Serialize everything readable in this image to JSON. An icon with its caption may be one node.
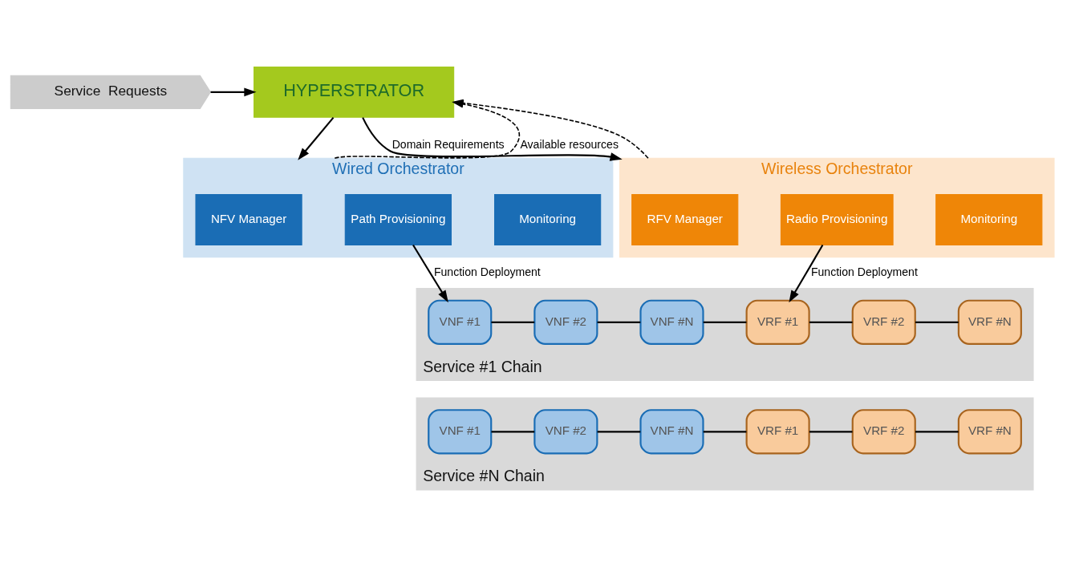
{
  "diagram": {
    "nodes": [
      {
        "text": [
          "Service  Requests"
        ]
      },
      {
        "text": [
          "HYPERSTRATOR"
        ]
      },
      {
        "text": [
          "Wired Orchestrator"
        ]
      },
      {
        "text": [
          "NFV Manager"
        ],
        "in": 2
      },
      {
        "text": [
          "Path Provisioning"
        ],
        "in": 2
      },
      {
        "text": [
          "Monitoring"
        ],
        "in": 2
      },
      {
        "text": [
          "Wireless Orchestrator"
        ]
      },
      {
        "text": [
          "RFV Manager"
        ],
        "in": 6
      },
      {
        "text": [
          "Radio Provisioning"
        ],
        "in": 6
      },
      {
        "text": [
          "Monitoring"
        ],
        "in": 6
      },
      {
        "text": [
          "Service #1 Chain"
        ]
      },
      {
        "text": [
          "VNF #1"
        ],
        "in": 10
      },
      {
        "text": [
          "VNF #2"
        ],
        "in": 10
      },
      {
        "text": [
          "VNF #N"
        ],
        "in": 10
      },
      {
        "text": [
          "VRF #1"
        ],
        "in": 10
      },
      {
        "text": [
          "VRF #2"
        ],
        "in": 10
      },
      {
        "text": [
          "VRF #N"
        ],
        "in": 10
      },
      {
        "text": [
          "Service #N Chain"
        ]
      },
      {
        "text": [
          "VNF #1"
        ],
        "in": 17
      },
      {
        "text": [
          "VNF #2"
        ],
        "in": 17
      },
      {
        "text": [
          "VNF #N"
        ],
        "in": 17
      },
      {
        "text": [
          "VRF #1"
        ],
        "in": 17
      },
      {
        "text": [
          "VRF #2"
        ],
        "in": 17
      },
      {
        "text": [
          "VRF #N"
        ],
        "in": 17
      }
    ],
    "edges": [
      {
        "from": 0,
        "to": 1,
        "arrow": "to"
      },
      {
        "from": 1,
        "to": 2,
        "arrow": "to"
      },
      {
        "from": 1,
        "to": 6,
        "arrow": "to",
        "label": "Domain Requirements"
      },
      {
        "from": 2,
        "to": 1,
        "arrow": "to",
        "style": "dashed",
        "label": "Available resources"
      },
      {
        "from": 6,
        "to": 1,
        "arrow": "to",
        "style": "dashed"
      },
      {
        "from": 4,
        "to": 11,
        "arrow": "to",
        "label": "Function Deployment"
      },
      {
        "from": 8,
        "to": 14,
        "arrow": "to",
        "label": "Function Deployment"
      },
      {
        "from": 11,
        "to": 12,
        "arrow": "none"
      },
      {
        "from": 12,
        "to": 13,
        "arrow": "none"
      },
      {
        "from": 13,
        "to": 14,
        "arrow": "none"
      },
      {
        "from": 14,
        "to": 15,
        "arrow": "none"
      },
      {
        "from": 15,
        "to": 16,
        "arrow": "none"
      },
      {
        "from": 18,
        "to": 19,
        "arrow": "none"
      },
      {
        "from": 19,
        "to": 20,
        "arrow": "none"
      },
      {
        "from": 20,
        "to": 21,
        "arrow": "none"
      },
      {
        "from": 21,
        "to": 22,
        "arrow": "none"
      },
      {
        "from": 22,
        "to": 23,
        "arrow": "none"
      }
    ]
  }
}
